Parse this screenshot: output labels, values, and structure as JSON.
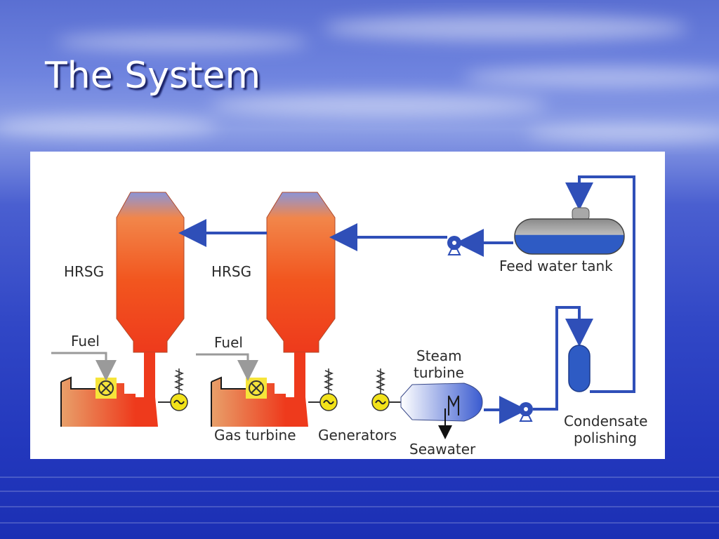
{
  "slide": {
    "title": "The System"
  },
  "diagram": {
    "labels": {
      "hrsg_1": "HRSG",
      "hrsg_2": "HRSG",
      "fuel_1": "Fuel",
      "fuel_2": "Fuel",
      "feed_water_tank": "Feed water tank",
      "steam_turbine_line1": "Steam",
      "steam_turbine_line2": "turbine",
      "seawater": "Seawater",
      "gas_turbine": "Gas turbine",
      "generators": "Generators",
      "condensate_line1": "Condensate",
      "condensate_line2": "polishing"
    },
    "colors": {
      "pipe": "#2f4fb8",
      "hot": "#ee3a1c",
      "warm": "#f4a34a",
      "hrsg_top": "#8b95d8",
      "generator": "#f2e21a",
      "fuel_valve": "#f6e43a",
      "water": "#2e5bc4"
    }
  }
}
